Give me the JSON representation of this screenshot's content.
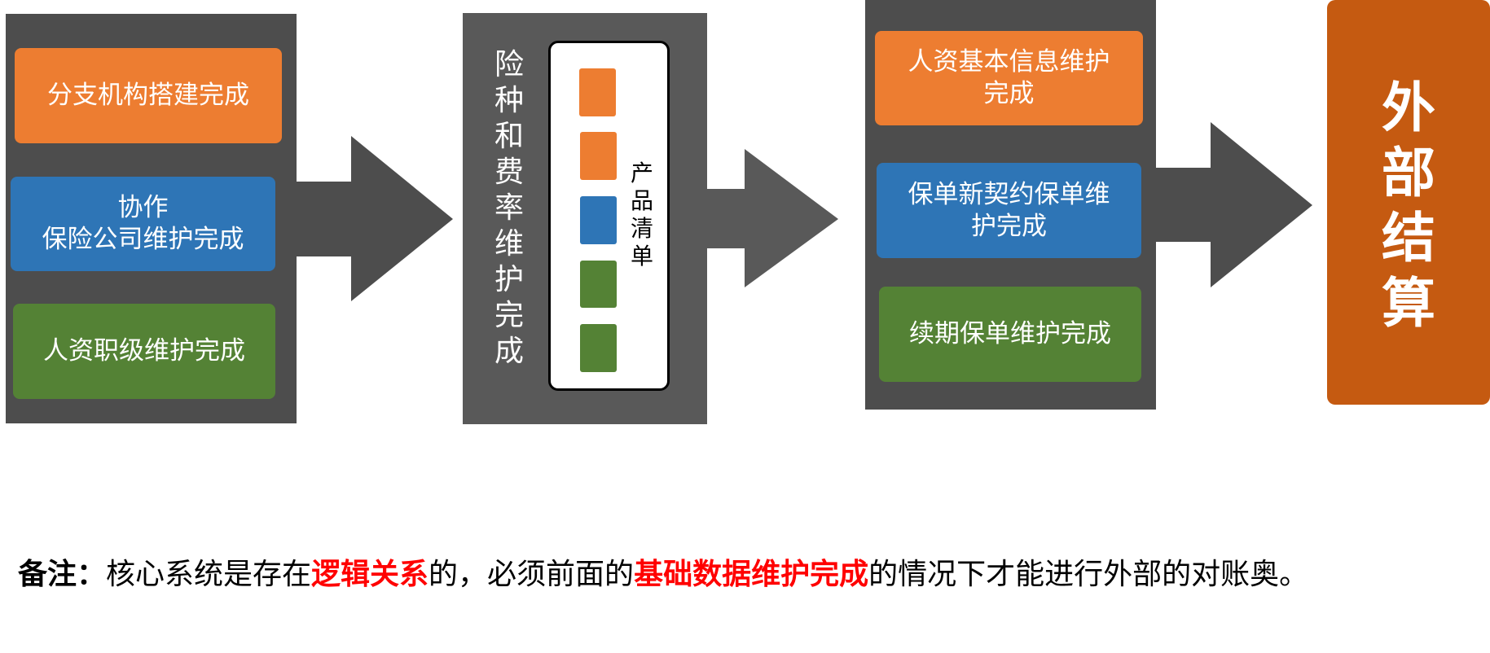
{
  "colors": {
    "panel_dark": "#4d4d4d",
    "panel_mid": "#595959",
    "orange": "#ed7d31",
    "blue": "#2e75b6",
    "green": "#548235",
    "final": "#c55a11",
    "highlight": "#ff0000"
  },
  "stage1": {
    "items": [
      {
        "label": "分支机构搭建完成",
        "color": "orange"
      },
      {
        "label": "协作\n保险公司维护完成",
        "color": "blue"
      },
      {
        "label": "人资职级维护完成",
        "color": "green"
      }
    ]
  },
  "stage2": {
    "title_chars": [
      "险",
      "种",
      "和",
      "费",
      "率",
      "维",
      "护",
      "完",
      "成"
    ],
    "product_list": {
      "label_chars": [
        "产",
        "品",
        "清",
        "单"
      ],
      "swatches": [
        "orange",
        "orange",
        "blue",
        "green",
        "green"
      ]
    }
  },
  "stage3": {
    "items": [
      {
        "label": "人资基本信息维护\n完成",
        "color": "orange"
      },
      {
        "label": "保单新契约保单维\n护完成",
        "color": "blue"
      },
      {
        "label": "续期保单维护完成",
        "color": "green"
      }
    ]
  },
  "final": {
    "title_chars": [
      "外",
      "部",
      "结",
      "算"
    ]
  },
  "arrows": [
    {
      "from": "stage1",
      "to": "stage2",
      "icon": "right-arrow-icon"
    },
    {
      "from": "stage2",
      "to": "stage3",
      "icon": "right-arrow-icon"
    },
    {
      "from": "stage3",
      "to": "final",
      "icon": "right-arrow-icon"
    }
  ],
  "note": {
    "label": "备注：",
    "part1": "核心系统是存在",
    "highlight1": "逻辑关系",
    "part2": "的，必须前面的",
    "highlight2": "基础数据维护完成",
    "part3": "的情况下才能进行外部的对账奥。"
  }
}
